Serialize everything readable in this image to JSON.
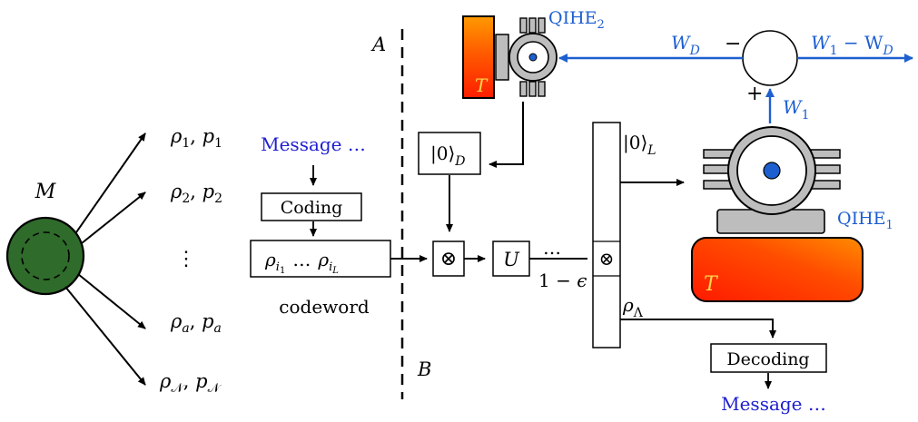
{
  "source": {
    "label": "M",
    "color": "#2f6b2a"
  },
  "states": [
    {
      "rho": "ρ",
      "sub": "1",
      "p": "p",
      "psub": "1"
    },
    {
      "rho": "ρ",
      "sub": "2",
      "p": "p",
      "psub": "2"
    },
    {
      "rho": "ρ",
      "sub": "a",
      "p": "p",
      "psub": "a"
    },
    {
      "rho": "ρ",
      "sub": "𝒩",
      "p": "p",
      "psub": "𝒩"
    }
  ],
  "vdots": "⋮",
  "encoder": {
    "message": "Message …",
    "coding": "Coding",
    "codeword_left": "ρ",
    "codeword_left_sub": "i",
    "codeword_left_subsub": "1",
    "codeword_dots": "…",
    "codeword_right": "ρ",
    "codeword_right_sub": "i",
    "codeword_right_subsub": "L",
    "codeword_caption": "codeword"
  },
  "divider": {
    "top_label": "A",
    "bottom_label": "B"
  },
  "channel": {
    "ket_d": "|0⟩",
    "ket_d_sub": "D",
    "tensor": "⊗",
    "unitary": "U",
    "dots": "…",
    "one_minus_eps": "1 − ϵ",
    "ket_l": "|0⟩",
    "ket_l_sub": "L",
    "rho_lambda": "ρ",
    "rho_lambda_sub": "Λ",
    "tensor_right": "⊗"
  },
  "decoder": {
    "decoding": "Decoding",
    "message": "Message …"
  },
  "engines": {
    "qihe2": "QIHE",
    "qihe2_sub": "2",
    "qihe1": "QIHE",
    "qihe1_sub": "1",
    "bath_label": "T",
    "bath_label_2": "T"
  },
  "work": {
    "w1": "W",
    "w1_sub": "1",
    "wd": "W",
    "wd_sub": "D",
    "diff": "W",
    "diff_sub1": "1",
    "diff_minus": " − W",
    "diff_sub2": "D",
    "plus": "+",
    "minus": "−"
  },
  "colors": {
    "accent": "#1e5fd0",
    "message": "#1f1fd0",
    "bath_hot": "#ff2a00",
    "bath_warm": "#ff9900",
    "engine_gray": "#bdbdbd",
    "hub_blue": "#1e5fd0"
  }
}
